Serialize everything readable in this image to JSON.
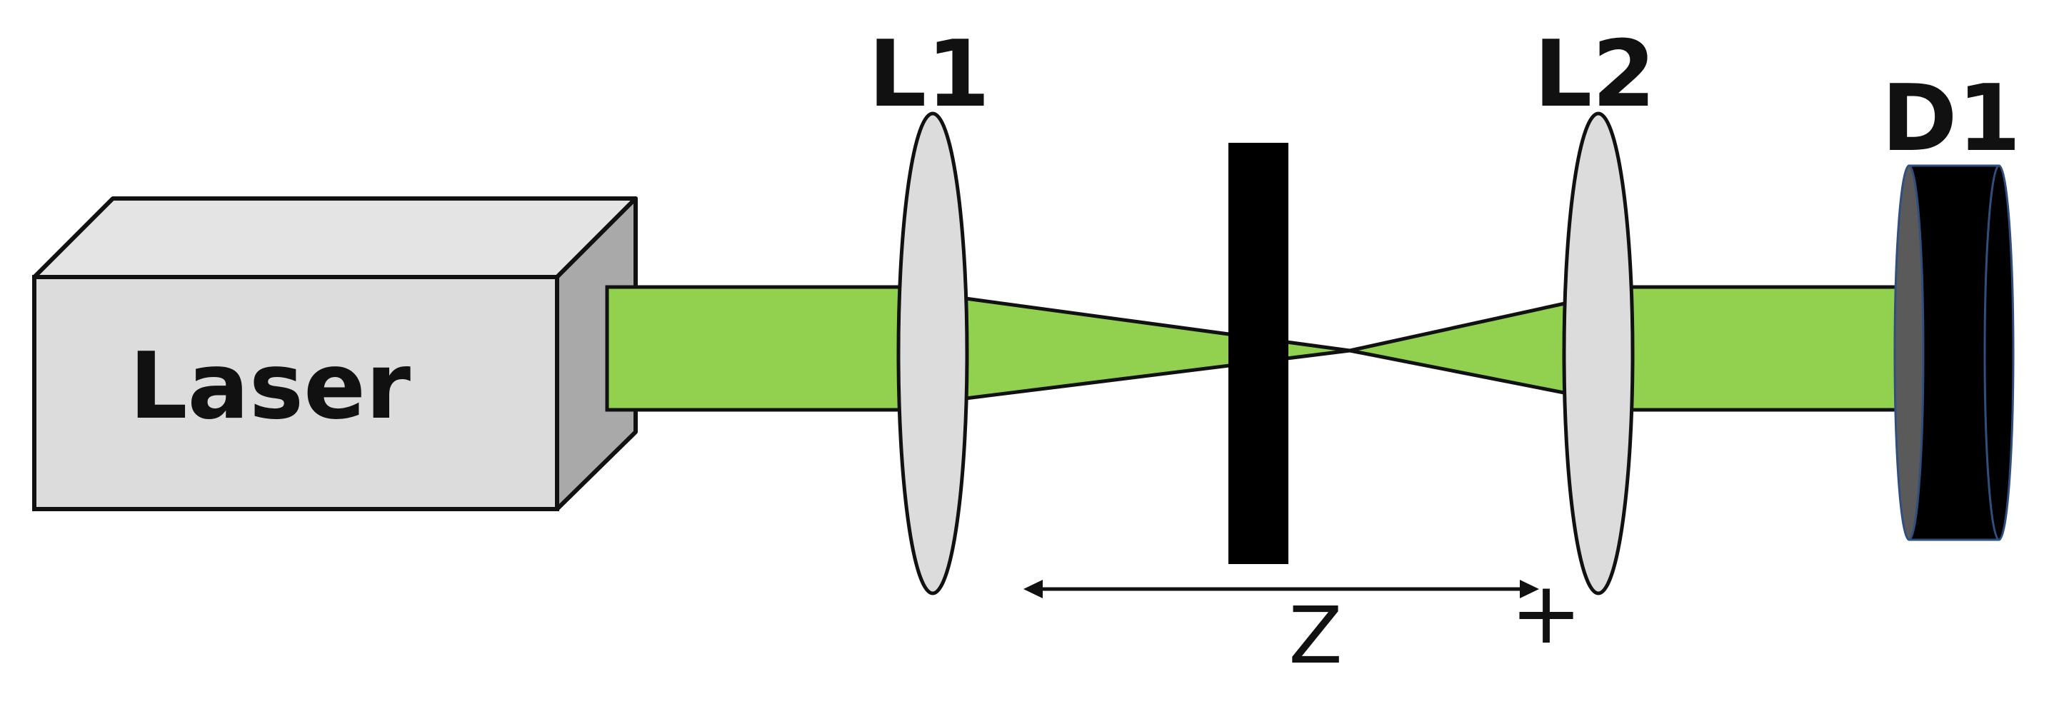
{
  "labels": {
    "laser": "Laser",
    "lens1": "L1",
    "lens2": "L2",
    "detector": "D1",
    "scan_axis": "Z",
    "positive_direction": "+"
  },
  "colors": {
    "beam": "#92d050",
    "laser_front": "#dcdcdc",
    "laser_top": "#e4e4e4",
    "laser_side": "#a9a9a9",
    "lens": "#dcdcdc",
    "sample": "#000000",
    "detector_face": "#000000",
    "detector_rim": "#5a5a5a",
    "outline": "#111111"
  },
  "icons": {
    "laser": "laser-box-icon",
    "lens": "convex-lens-icon",
    "sample": "sample-slab-icon",
    "detector": "photodetector-icon"
  }
}
